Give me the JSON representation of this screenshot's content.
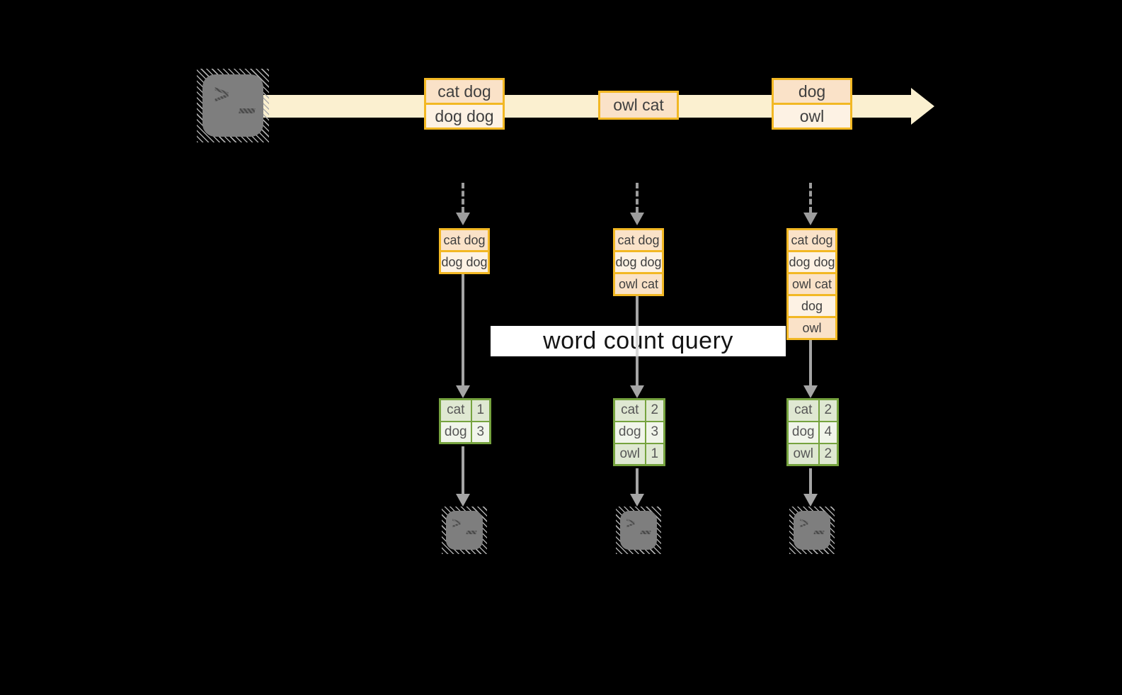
{
  "query_band": {
    "label": "word count query"
  },
  "stream_events": [
    {
      "rows": [
        "cat dog",
        "dog dog"
      ]
    },
    {
      "rows": [
        "owl cat"
      ]
    },
    {
      "rows": [
        "dog",
        "owl"
      ]
    }
  ],
  "buffers": [
    {
      "rows": [
        "cat dog",
        "dog dog"
      ]
    },
    {
      "rows": [
        "cat dog",
        "dog dog",
        "owl cat"
      ]
    },
    {
      "rows": [
        "cat dog",
        "dog dog",
        "owl cat",
        "dog",
        "owl"
      ]
    }
  ],
  "count_tables": [
    {
      "rows": [
        {
          "word": "cat",
          "count": "1"
        },
        {
          "word": "dog",
          "count": "3"
        }
      ]
    },
    {
      "rows": [
        {
          "word": "cat",
          "count": "2"
        },
        {
          "word": "dog",
          "count": "3"
        },
        {
          "word": "owl",
          "count": "1"
        }
      ]
    },
    {
      "rows": [
        {
          "word": "cat",
          "count": "2"
        },
        {
          "word": "dog",
          "count": "4"
        },
        {
          "word": "owl",
          "count": "2"
        }
      ]
    }
  ],
  "icons": {
    "source": "terminal-icon",
    "sinks": [
      "terminal-icon",
      "terminal-icon",
      "terminal-icon"
    ]
  },
  "colors": {
    "background": "#000000",
    "stream_band": "#FBF0D0",
    "amber_border": "#F2B824",
    "cell_fill": "#FAE2C8",
    "cell_fill_light": "#FDF2E4",
    "green_border": "#76A33F",
    "green_fill": "#DFE8D2",
    "green_fill_light": "#F1F5EB",
    "arrow_gray": "#A5A5A5",
    "icon_gray": "#7E7E7E",
    "query_bg": "#FFFFFF"
  }
}
